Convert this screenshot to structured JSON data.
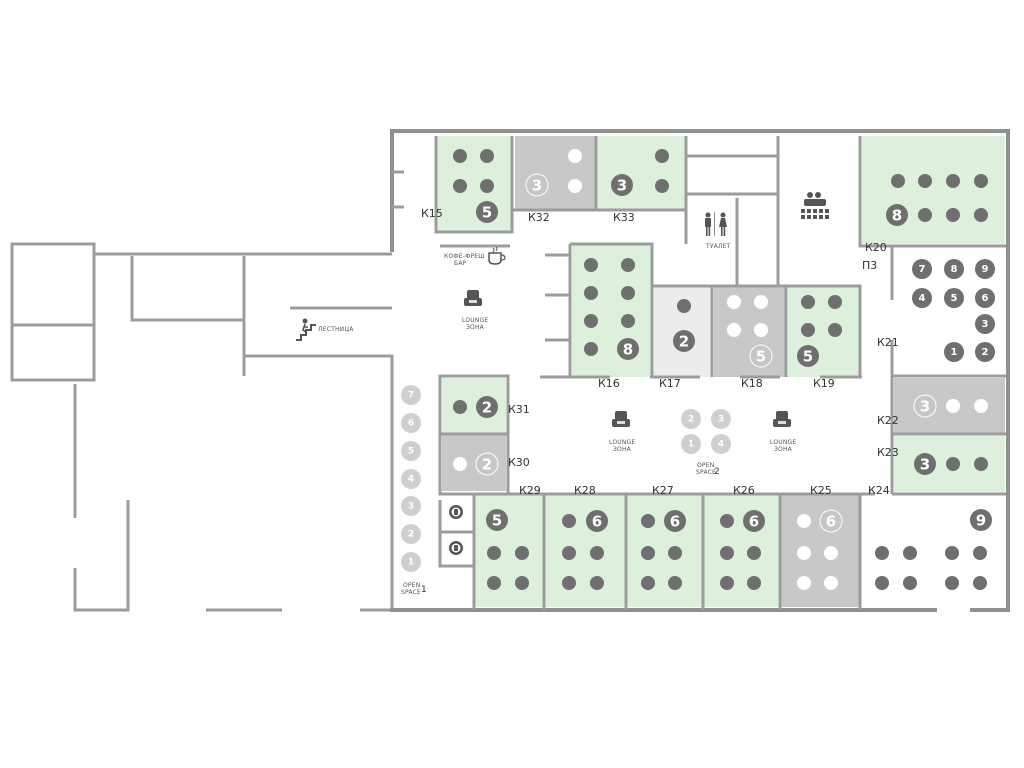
{
  "colors": {
    "available": "#dcf0dc",
    "occupied": "#c8c8c8",
    "reserved": "#ececec",
    "white": "#ffffff",
    "wall": "#8f8f8f",
    "seat_dark": "#6f6f6f",
    "seat_light": "#ffffff",
    "seat_grey": "#c6c6c6"
  },
  "rooms": [
    {
      "id": "K15",
      "label": "К15",
      "capacity": "5",
      "status": "available"
    },
    {
      "id": "K32",
      "label": "К32",
      "capacity": "3",
      "status": "occupied"
    },
    {
      "id": "K33",
      "label": "К33",
      "capacity": "3",
      "status": "available"
    },
    {
      "id": "K16",
      "label": "К16",
      "capacity": "8",
      "status": "available"
    },
    {
      "id": "K17",
      "label": "К17",
      "capacity": "2",
      "status": "reserved"
    },
    {
      "id": "K18",
      "label": "К18",
      "capacity": "5",
      "status": "occupied"
    },
    {
      "id": "K19",
      "label": "К19",
      "capacity": "5",
      "status": "available"
    },
    {
      "id": "K20",
      "label": "К20",
      "capacity": "8",
      "status": "available"
    },
    {
      "id": "P3",
      "label": "П3",
      "capacity": "",
      "status": "white"
    },
    {
      "id": "K21",
      "label": "К21",
      "capacity": "",
      "status": "white"
    },
    {
      "id": "K22",
      "label": "К22",
      "capacity": "3",
      "status": "occupied"
    },
    {
      "id": "K23",
      "label": "К23",
      "capacity": "3",
      "status": "available"
    },
    {
      "id": "K24",
      "label": "К24",
      "capacity": "9",
      "status": "white"
    },
    {
      "id": "K25",
      "label": "К25",
      "capacity": "6",
      "status": "occupied"
    },
    {
      "id": "K26",
      "label": "К26",
      "capacity": "6",
      "status": "available"
    },
    {
      "id": "K27",
      "label": "К27",
      "capacity": "6",
      "status": "available"
    },
    {
      "id": "K28",
      "label": "К28",
      "capacity": "6",
      "status": "available"
    },
    {
      "id": "K29",
      "label": "К29",
      "capacity": "5",
      "status": "available"
    },
    {
      "id": "K30",
      "label": "К30",
      "capacity": "2",
      "status": "occupied"
    },
    {
      "id": "K31",
      "label": "К31",
      "capacity": "2",
      "status": "available"
    }
  ],
  "zones": {
    "coffee": [
      "КОФЕ-ФРЕШ",
      "БАР"
    ],
    "lounge": [
      "LOUNGE",
      "ЗОНА"
    ],
    "stairs": "ЛЕСТНИЦА",
    "toilet": "ТУАЛЕТ",
    "open_space_1": [
      "OPEN",
      "SPACE",
      "1"
    ],
    "open_space_2": [
      "OPEN",
      "SPACE",
      "2"
    ]
  },
  "desks": {
    "p3": [
      "7",
      "8",
      "9",
      "4",
      "5",
      "6",
      "3",
      "1",
      "2"
    ],
    "open_space_1": [
      "7",
      "6",
      "5",
      "4",
      "3",
      "2",
      "1"
    ],
    "open_space_2": [
      "2",
      "3",
      "1",
      "4"
    ]
  },
  "icons": [
    "coffee-cup-icon",
    "lounge-chair-icon",
    "stairs-icon",
    "toilet-icon",
    "meeting-table-icon",
    "phone-booth-icon"
  ]
}
